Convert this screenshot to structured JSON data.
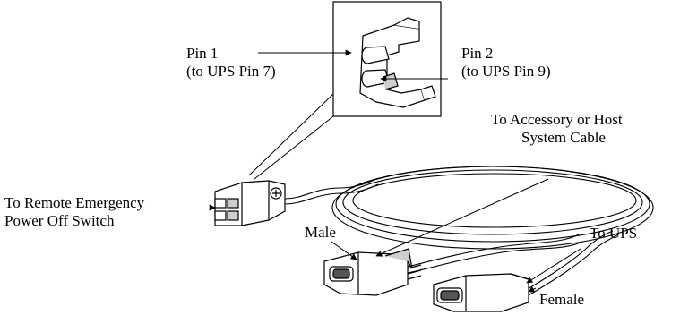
{
  "labels": {
    "pin1_line1": "Pin 1",
    "pin1_line2": "(to UPS Pin 7)",
    "pin2_line1": "Pin 2",
    "pin2_line2": "(to UPS Pin 9)",
    "accessory_line1": "To Accessory or Host",
    "accessory_line2": "System Cable",
    "remote_line1": "To Remote Emergency",
    "remote_line2": "Power Off Switch",
    "male": "Male",
    "to_ups": "To UPS",
    "female": "Female"
  },
  "colors": {
    "ink": "#000000",
    "fill_light": "#ffffff",
    "fill_shade": "#cfcfcf",
    "fill_dark": "#555555"
  }
}
